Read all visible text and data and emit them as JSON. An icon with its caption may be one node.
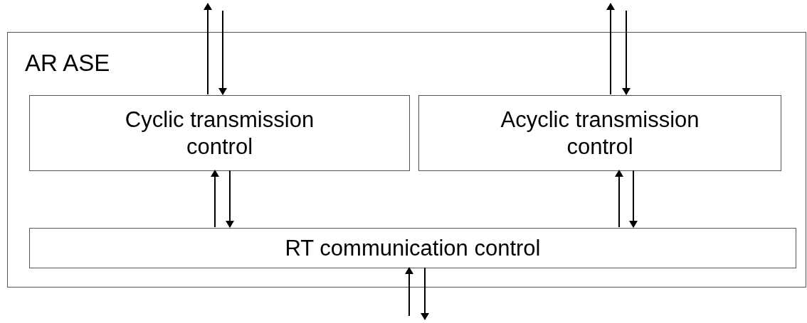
{
  "diagram": {
    "nodes": [
      {
        "text": [
          "AR ASE"
        ]
      },
      {
        "text": [
          "Cyclic transmission control"
        ],
        "in": 0
      },
      {
        "text": [
          "Acyclic transmission control"
        ],
        "in": 0
      },
      {
        "text": [
          "RT communication control"
        ],
        "in": 0
      }
    ],
    "edges": [
      {
        "from": 1,
        "to": null,
        "arrow": "to"
      },
      {
        "from": null,
        "to": 1,
        "arrow": "to"
      },
      {
        "from": 2,
        "to": null,
        "arrow": "to"
      },
      {
        "from": null,
        "to": 2,
        "arrow": "to"
      },
      {
        "from": 3,
        "to": 1,
        "arrow": "to"
      },
      {
        "from": 1,
        "to": 3,
        "arrow": "to"
      },
      {
        "from": 3,
        "to": 2,
        "arrow": "to"
      },
      {
        "from": 2,
        "to": 3,
        "arrow": "to"
      },
      {
        "from": null,
        "to": 3,
        "arrow": "to"
      },
      {
        "from": 3,
        "to": null,
        "arrow": "to"
      }
    ]
  }
}
